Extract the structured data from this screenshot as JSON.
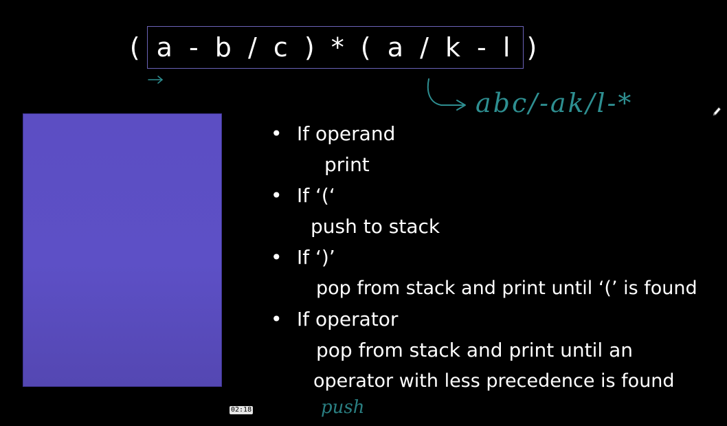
{
  "expression": "( a - b / c ) * ( a / k - l )",
  "annotations": {
    "postfix": "abc/-ak/l-*",
    "push": "push"
  },
  "rules": [
    {
      "condition": "If operand",
      "action": "print"
    },
    {
      "condition": "If ‘(‘",
      "action": "push to stack"
    },
    {
      "condition": "If ‘)’",
      "action": "pop from stack and print until ‘(’ is found"
    },
    {
      "condition": "If operator",
      "action": "pop from stack and print until an",
      "action2": "operator with less precedence is found"
    }
  ],
  "player": {
    "timestamp": "02:18"
  },
  "colors": {
    "background": "#000000",
    "stack": "#5c4ec3",
    "ink": "#2e8f91",
    "expression_border": "#6b63b8"
  },
  "icons": {
    "cursor": "pencil-cursor-icon"
  }
}
